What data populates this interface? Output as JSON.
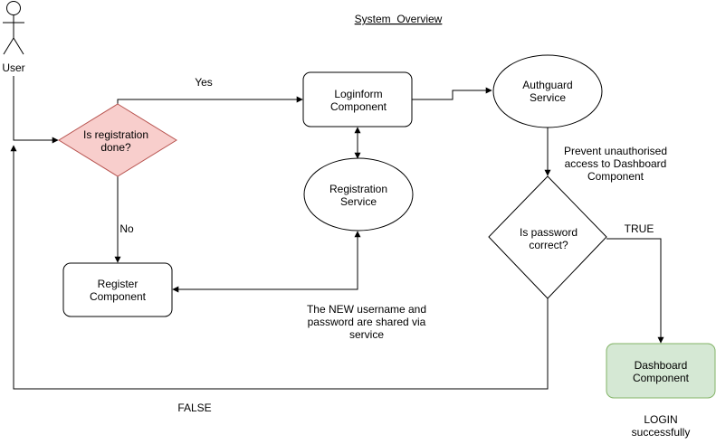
{
  "title": "System  Overview",
  "actor": {
    "label": "User"
  },
  "nodes": {
    "registration_check": {
      "lines": [
        "Is registration",
        "done?"
      ],
      "fill": "#f8cecc",
      "stroke": "#b85450"
    },
    "loginform": {
      "lines": [
        "Loginform",
        "Component"
      ],
      "fill": "#ffffff",
      "stroke": "#000000"
    },
    "authguard": {
      "lines": [
        "Authguard",
        "Service"
      ],
      "fill": "#ffffff",
      "stroke": "#000000"
    },
    "registration_service": {
      "lines": [
        "Registration",
        "Service"
      ],
      "fill": "#ffffff",
      "stroke": "#000000"
    },
    "register": {
      "lines": [
        "Register",
        "Component"
      ],
      "fill": "#ffffff",
      "stroke": "#000000"
    },
    "password_check": {
      "lines": [
        "Is password",
        "correct?"
      ],
      "fill": "#ffffff",
      "stroke": "#000000"
    },
    "dashboard": {
      "lines": [
        "Dashboard",
        "Component"
      ],
      "fill": "#d5e8d4",
      "stroke": "#82b366"
    }
  },
  "edge_labels": {
    "yes": "Yes",
    "no": "No",
    "true": "TRUE",
    "false": "FALSE"
  },
  "annotations": {
    "prevent": [
      "Prevent unauthorised",
      "access to Dashboard",
      "Component"
    ],
    "shared": [
      "The NEW username and",
      "password are shared via",
      "service"
    ],
    "login": [
      "LOGIN",
      "successfully"
    ]
  }
}
